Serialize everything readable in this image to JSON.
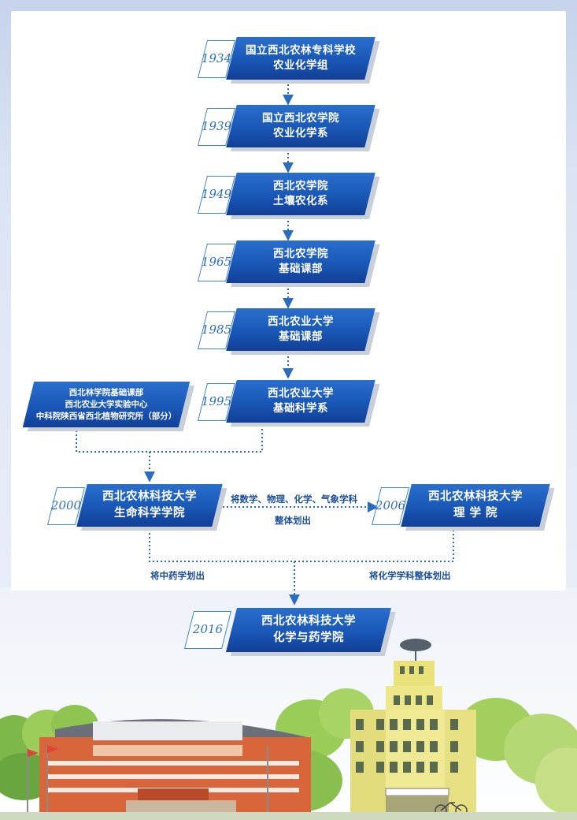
{
  "timeline": [
    {
      "year": "1934",
      "line1": "国立西北农林专科学校",
      "line2": "农业化学组"
    },
    {
      "year": "1939",
      "line1": "国立西北农学院",
      "line2": "农业化学系"
    },
    {
      "year": "1949",
      "line1": "西北农学院",
      "line2": "土壤农化系"
    },
    {
      "year": "1965",
      "line1": "西北农学院",
      "line2": "基础课部"
    },
    {
      "year": "1985",
      "line1": "西北农业大学",
      "line2": "基础课部"
    },
    {
      "year": "1995",
      "line1": "西北农业大学",
      "line2": "基础科学系"
    }
  ],
  "sources": {
    "line1": "西北林学院基础课部",
    "line2": "西北农业大学实验中心",
    "line3": "中科院陕西省西北植物研究所（部分）"
  },
  "college2000": {
    "year": "2000",
    "line1": "西北农林科技大学",
    "line2": "生命科学学院"
  },
  "college2006": {
    "year": "2006",
    "line1": "西北农林科技大学",
    "line2": "理 学 院"
  },
  "college2016": {
    "year": "2016",
    "line1": "西北农林科技大学",
    "line2": "化学与药学院"
  },
  "labels": {
    "transfer_top": "将数学、物理、化学、气象学科",
    "transfer_bottom": "整体划出",
    "left_split": "将中药学划出",
    "right_split": "将化学学科整体划出"
  },
  "colors": {
    "box": "#1957b6",
    "year": "#2b6fbe",
    "label": "#1b4f9a",
    "connector": "#2a6cc0"
  }
}
